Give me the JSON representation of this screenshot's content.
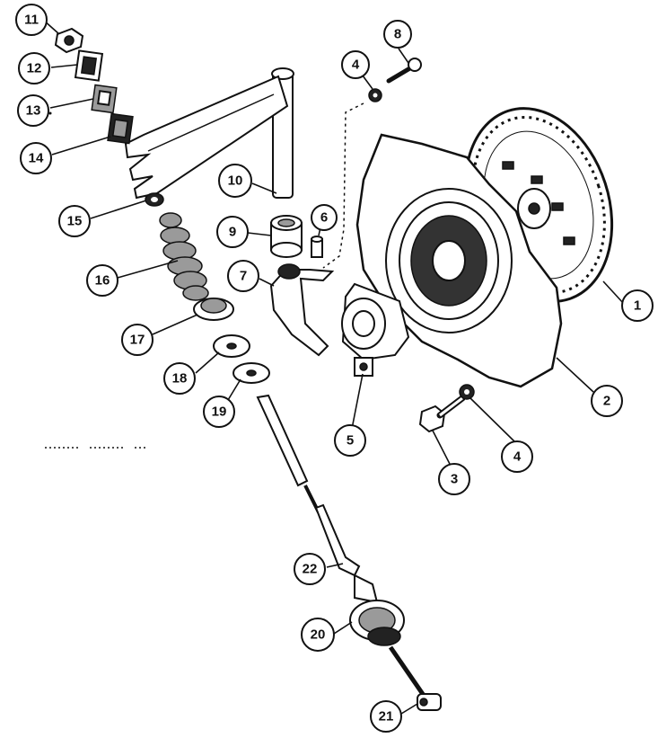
{
  "diagram": {
    "callouts": [
      {
        "id": "c1",
        "label": "1"
      },
      {
        "id": "c2",
        "label": "2"
      },
      {
        "id": "c3",
        "label": "3"
      },
      {
        "id": "c4a",
        "label": "4"
      },
      {
        "id": "c4b",
        "label": "4"
      },
      {
        "id": "c5",
        "label": "5"
      },
      {
        "id": "c6",
        "label": "6"
      },
      {
        "id": "c7",
        "label": "7"
      },
      {
        "id": "c8",
        "label": "8"
      },
      {
        "id": "c9",
        "label": "9"
      },
      {
        "id": "c10",
        "label": "10"
      },
      {
        "id": "c11",
        "label": "11"
      },
      {
        "id": "c12",
        "label": "12"
      },
      {
        "id": "c13",
        "label": "13"
      },
      {
        "id": "c14",
        "label": "14"
      },
      {
        "id": "c15",
        "label": "15"
      },
      {
        "id": "c16",
        "label": "16"
      },
      {
        "id": "c17",
        "label": "17"
      },
      {
        "id": "c18",
        "label": "18"
      },
      {
        "id": "c19",
        "label": "19"
      },
      {
        "id": "c20",
        "label": "20"
      },
      {
        "id": "c21",
        "label": "21"
      },
      {
        "id": "c22",
        "label": "22"
      }
    ]
  }
}
